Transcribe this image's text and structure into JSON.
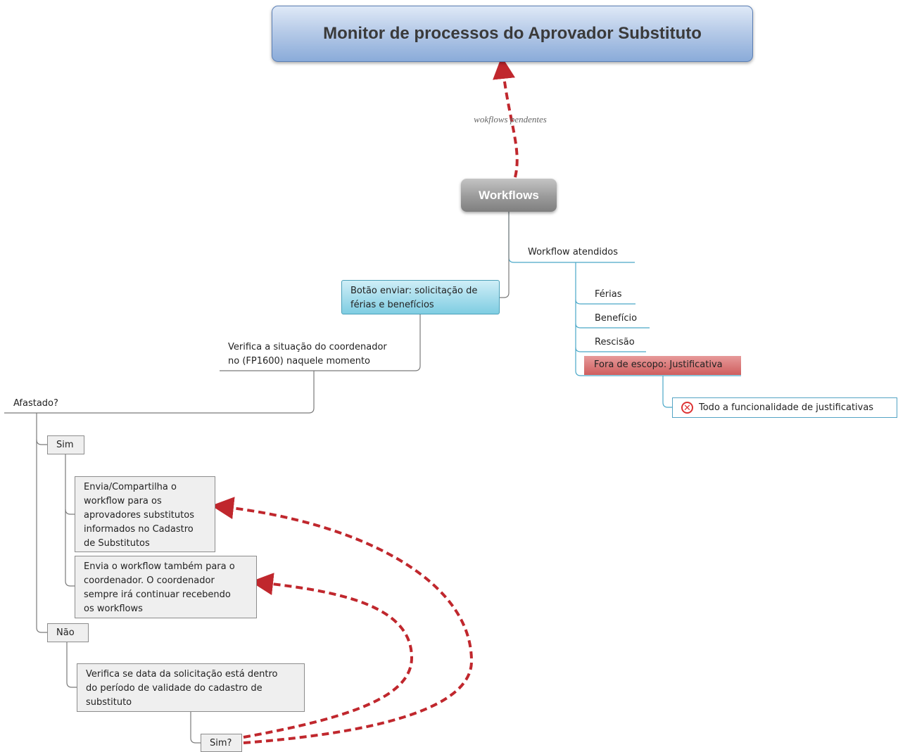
{
  "title": "Monitor de processos do Aprovador Substituto",
  "edge_label": "wokflows pendentes",
  "root": "Workflows",
  "atendidos": {
    "label": "Workflow atendidos",
    "items": [
      "Férias",
      "Benefício",
      "Rescisão"
    ],
    "out_of_scope": "Fora de escopo: Justificativa",
    "out_of_scope_note": "Todo a funcionalidade de justificativas"
  },
  "send_button": {
    "line1": "Botão enviar: solicitação de",
    "line2": "férias e benefícios"
  },
  "check": {
    "line1": "Verifica a situação do coordenador",
    "line2": "no (FP1600) naquele momento"
  },
  "afastado": "Afastado?",
  "sim_label": "Sim",
  "sim_children": [
    [
      "Envia/Compartilha o",
      "workflow para os",
      "aprovadores substitutos",
      "informados no Cadastro",
      "de Substitutos"
    ],
    [
      "Envia o workflow também para o",
      "coordenador. O coordenador",
      "sempre irá continuar recebendo",
      "os workflows"
    ]
  ],
  "nao_label": "Não",
  "nao_child": [
    "Verifica se data da solicitação está dentro",
    "do período de validade do cadastro de",
    "substituto"
  ],
  "sim_q": "Sim?",
  "colors": {
    "title_bg": "#a9c1e5",
    "root_bg": "#9a9a9a",
    "send_bg": "#8fd3e6",
    "out_of_scope_bg": "#d97070",
    "dashed_arrow": "#c0272d",
    "teal_line": "#4aa8c8",
    "gray_line": "#7a7a7a"
  },
  "icons": [
    "x-circle-icon"
  ]
}
